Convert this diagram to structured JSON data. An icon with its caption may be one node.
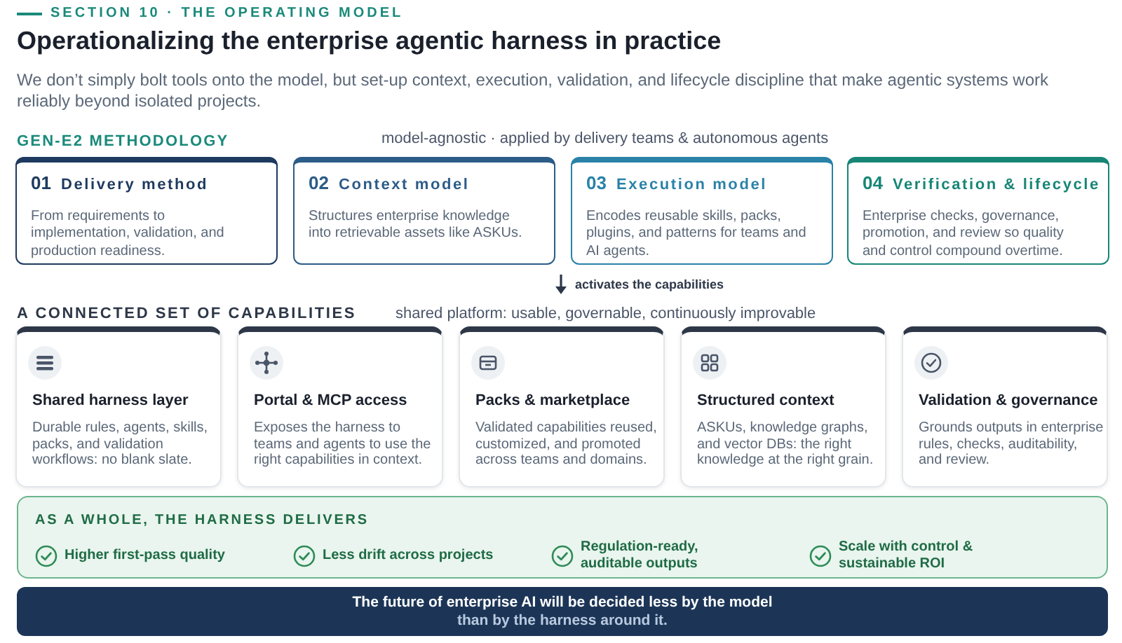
{
  "diagram": {
    "title": "Operationalizing the enterprise agentic harness in practice",
    "nodes": [
      {
        "text": [
          "01",
          "Delivery method",
          "From requirements to implementation, validation, and production readiness."
        ]
      },
      {
        "text": [
          "02",
          "Context model",
          "Structures enterprise knowledge into retrievable assets like ASKUs."
        ]
      },
      {
        "text": [
          "03",
          "Execution model",
          "Encodes reusable skills, packs, plugins, and patterns for teams and AI agents."
        ]
      },
      {
        "text": [
          "04",
          "Verification & lifecycle",
          "Enterprise checks, governance, promotion, and review so quality and control compound overtime."
        ]
      },
      {
        "text": [
          "Shared harness layer",
          "Durable rules, agents, skills, packs, and validation workflows: no blank slate."
        ]
      },
      {
        "text": [
          "Portal & MCP access",
          "Exposes the harness to teams and agents to use the right capabilities in context."
        ]
      },
      {
        "text": [
          "Packs & marketplace",
          "Validated capabilities reused, customized, and promoted across teams and domains."
        ]
      },
      {
        "text": [
          "Structured context",
          "ASKUs, knowledge graphs, and vector DBs: the right knowledge at the right grain."
        ]
      },
      {
        "text": [
          "Validation & governance",
          "Grounds outputs in enterprise rules, checks, auditability, and review."
        ]
      },
      {
        "text": [
          "AS A WHOLE, THE HARNESS DELIVERS",
          "Higher first-pass quality",
          "Less drift across projects",
          "Regulation-ready, auditable outputs",
          "Scale with control & sustainable ROI"
        ]
      },
      {
        "text": [
          "The future of enterprise AI will be decided less by the model",
          "than by the harness around it."
        ]
      }
    ],
    "labels": [
      "SECTION 10 · THE OPERATING MODEL",
      "We don’t simply bolt tools onto the model, but set-up context, execution, validation, and lifecycle discipline that make agentic systems work reliably beyond isolated projects.",
      "GEN-E2 METHODOLOGY",
      "model-agnostic · applied by delivery teams & autonomous agents",
      "activates the capabilities",
      "A CONNECTED SET OF CAPABILITIES",
      "shared platform: usable, governable, continuously improvable"
    ]
  }
}
